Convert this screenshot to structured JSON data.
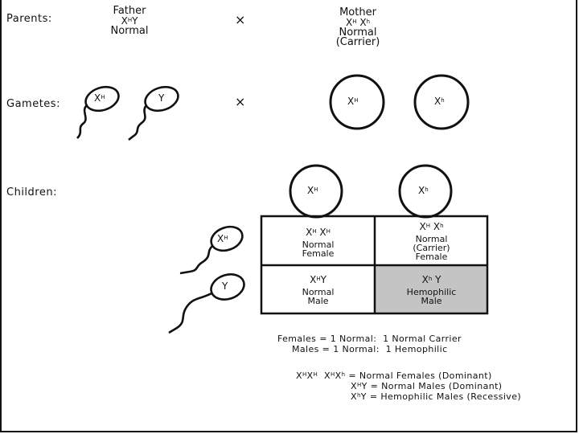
{
  "parents": {
    "label": "Parents:",
    "cross": "×",
    "father": {
      "title": "Father",
      "genotype_base1": "X",
      "genotype_sup1": "H",
      "genotype_tail": "Y",
      "phenotype": "Normal"
    },
    "mother": {
      "title": "Mother",
      "genotype_base1": "X",
      "genotype_sup1": "H",
      "genotype_base2": "X",
      "genotype_sup2": "h",
      "phenotype": "Normal",
      "note": "(Carrier)"
    }
  },
  "gametes": {
    "label": "Gametes:",
    "cross": "×",
    "sperm": [
      {
        "base": "X",
        "sup": "H"
      },
      {
        "base": "Y",
        "sup": ""
      }
    ],
    "eggs": [
      {
        "base": "X",
        "sup": "H"
      },
      {
        "base": "X",
        "sup": "h"
      }
    ]
  },
  "children": {
    "label": "Children:",
    "eggs": [
      {
        "base": "X",
        "sup": "H"
      },
      {
        "base": "X",
        "sup": "h"
      }
    ],
    "sperm": [
      {
        "base": "X",
        "sup": "H"
      },
      {
        "base": "Y",
        "sup": ""
      }
    ],
    "grid": [
      {
        "g1": "X",
        "s1": "H",
        "g2": "X",
        "s2": "H",
        "line1": "Normal",
        "line2": "",
        "line3": "Female"
      },
      {
        "g1": "X",
        "s1": "H",
        "g2": "X",
        "s2": "h",
        "line1": "Normal",
        "line2": "(Carrier)",
        "line3": "Female"
      },
      {
        "g1": "X",
        "s1": "H",
        "g2": "Y",
        "s2": "",
        "line1": "Normal",
        "line2": "",
        "line3": "Male"
      },
      {
        "g1": "X",
        "s1": "h",
        "g2": "Y",
        "s2": "",
        "line1": "Hemophilic",
        "line2": "",
        "line3": "Male"
      }
    ]
  },
  "ratios": {
    "females": "Females = 1 Normal:  1 Normal Carrier",
    "males": "Males = 1 Normal:  1 Hemophilic"
  },
  "legend": {
    "row1_prefix_a": "X",
    "row1_prefix_a_sup": "H",
    "row1_prefix_b": "X",
    "row1_prefix_b_sup": "H",
    "row1_prefix_c": "X",
    "row1_prefix_c_sup": "H",
    "row1_prefix_d": "X",
    "row1_prefix_d_sup": "h",
    "row1_text": "= Normal Females (Dominant)",
    "row2_base": "X",
    "row2_sup": "H",
    "row2_tail": "Y",
    "row2_text": "= Normal Males (Dominant)",
    "row3_base": "X",
    "row3_sup": "h",
    "row3_tail": "Y",
    "row3_text": "= Hemophilic Males (Recessive)"
  },
  "colors": {
    "affected_fill": "#c4c4c4",
    "line": "#111111",
    "background": "#ffffff"
  }
}
